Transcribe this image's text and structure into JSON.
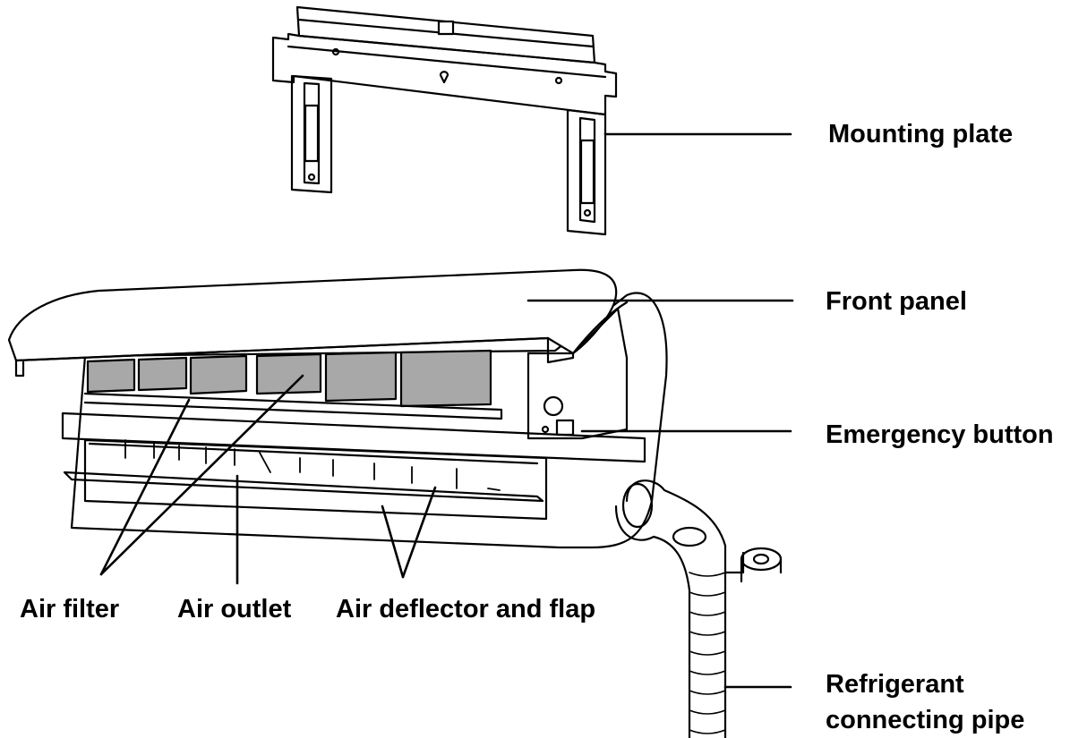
{
  "labels": {
    "mounting_plate": "Mounting plate",
    "front_panel": "Front panel",
    "emergency_button": "Emergency button",
    "refrigerant_pipe_line1": "Refrigerant",
    "refrigerant_pipe_line2": "connecting pipe",
    "air_filter": "Air filter",
    "air_outlet": "Air outlet",
    "air_deflector": "Air deflector and flap"
  },
  "colors": {
    "line": "#000000",
    "filter_fill": "#a8a8a8",
    "background": "#ffffff"
  }
}
